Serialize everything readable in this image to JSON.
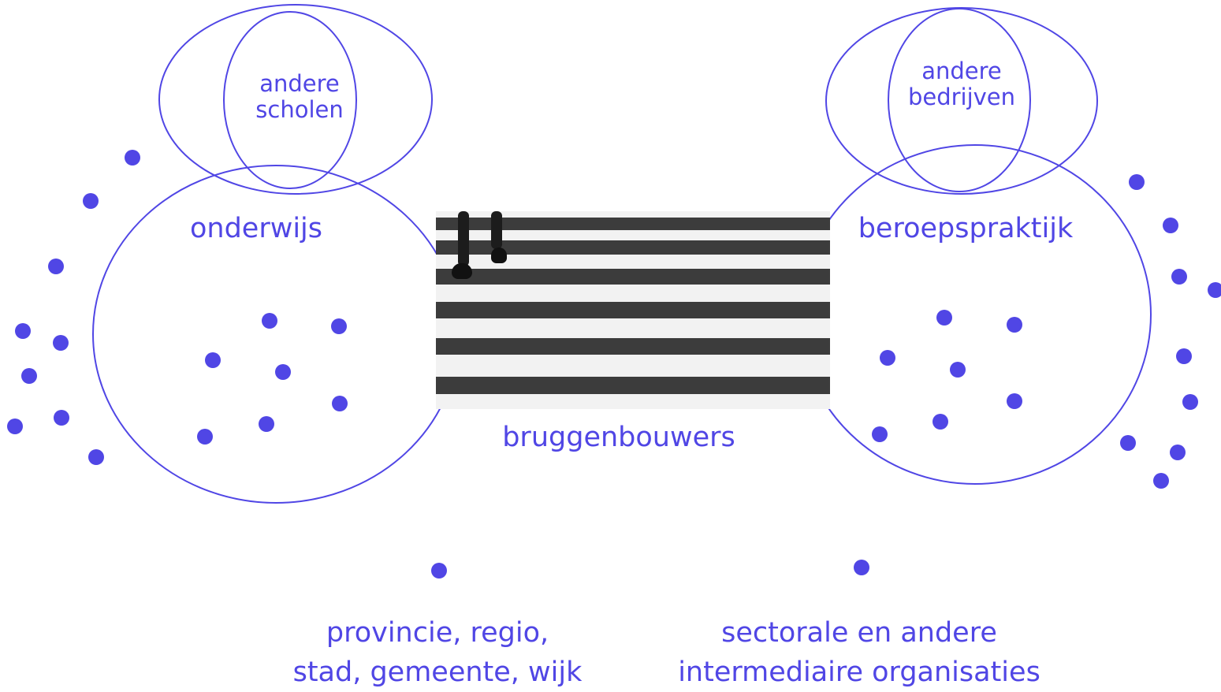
{
  "colors": {
    "accent": "#5046e5",
    "asphalt": "#3c3c3c",
    "stripe": "#f2f2f2"
  },
  "labels": {
    "andere_scholen": [
      "andere",
      "scholen"
    ],
    "andere_bedrijven": [
      "andere",
      "bedrijven"
    ],
    "onderwijs": "onderwijs",
    "beroepspraktijk": "beroepspraktijk",
    "bruggenbouwers": "bruggenbouwers",
    "overheid": [
      "provincie, regio,",
      "stad, gemeente, wijk"
    ],
    "intermediair": [
      "sectorale en andere",
      "intermediaire organisaties"
    ]
  },
  "photo": {
    "subject": "zebra-crossing-with-walking-feet"
  }
}
